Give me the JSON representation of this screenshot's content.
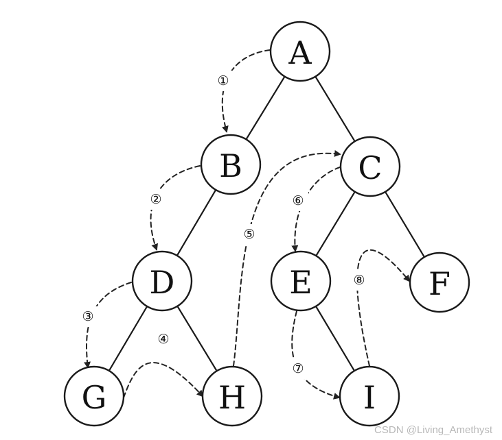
{
  "diagram": {
    "nodes": [
      {
        "id": "A",
        "label": "A"
      },
      {
        "id": "B",
        "label": "B"
      },
      {
        "id": "C",
        "label": "C"
      },
      {
        "id": "D",
        "label": "D"
      },
      {
        "id": "E",
        "label": "E"
      },
      {
        "id": "F",
        "label": "F"
      },
      {
        "id": "G",
        "label": "G"
      },
      {
        "id": "H",
        "label": "H"
      },
      {
        "id": "I",
        "label": "I"
      }
    ],
    "edges": [
      {
        "from": "A",
        "to": "B"
      },
      {
        "from": "A",
        "to": "C"
      },
      {
        "from": "B",
        "to": "D"
      },
      {
        "from": "C",
        "to": "E"
      },
      {
        "from": "C",
        "to": "F"
      },
      {
        "from": "D",
        "to": "G"
      },
      {
        "from": "D",
        "to": "H"
      },
      {
        "from": "E",
        "to": "I"
      }
    ],
    "steps": [
      {
        "label": "①",
        "from": "A",
        "to": "B"
      },
      {
        "label": "②",
        "from": "B",
        "to": "D"
      },
      {
        "label": "③",
        "from": "D",
        "to": "G"
      },
      {
        "label": "④",
        "from": "G",
        "to": "H"
      },
      {
        "label": "⑤",
        "from": "H",
        "to": "C"
      },
      {
        "label": "⑥",
        "from": "C",
        "to": "E"
      },
      {
        "label": "⑦",
        "from": "E",
        "to": "I"
      },
      {
        "label": "⑧",
        "from": "I",
        "to": "F"
      }
    ]
  },
  "watermark": {
    "text": "CSDN @Living_Amethyst"
  }
}
